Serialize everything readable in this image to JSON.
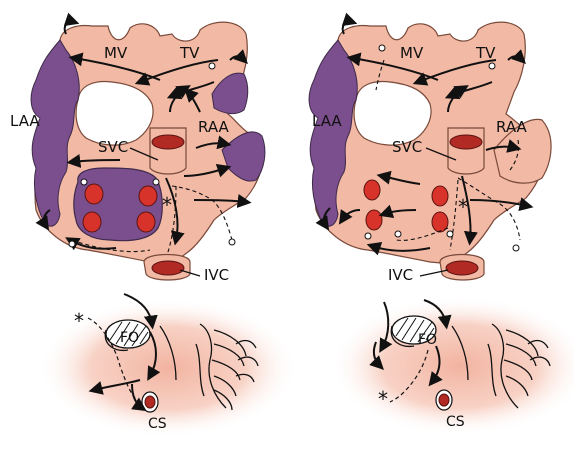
{
  "colors": {
    "atrium_fill": "#f2b9a5",
    "atrium_stroke": "#7a4a3a",
    "appendage_purple": "#7b4f8e",
    "vein_red": "#d7332a",
    "ostium_dark": "#b22a24",
    "septum_glow": "#f4c2b2",
    "line": "#111111"
  },
  "labels": {
    "mv": "MV",
    "tv": "TV",
    "laa": "LAA",
    "raa": "RAA",
    "svc": "SVC",
    "ivc": "IVC",
    "fo": "FO",
    "cs": "CS",
    "asterisk": "*"
  }
}
